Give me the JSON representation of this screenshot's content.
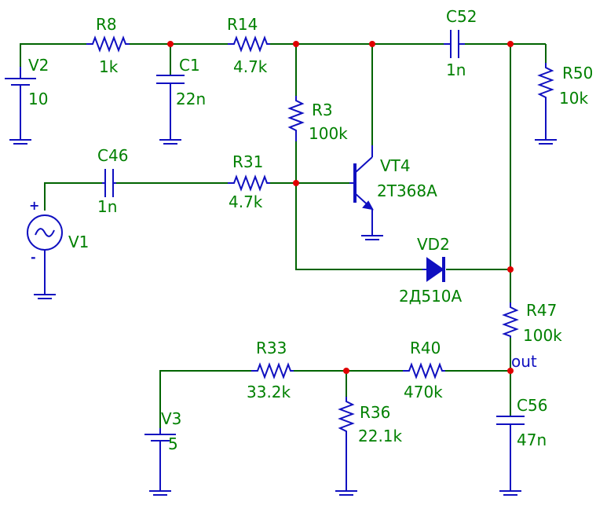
{
  "colors": {
    "wire": "#006400",
    "component": "#1010c0",
    "label": "#008000",
    "node": "#e00000"
  },
  "components": {
    "V2": {
      "name": "V2",
      "value": "10"
    },
    "R8": {
      "name": "R8",
      "value": "1k"
    },
    "C1": {
      "name": "C1",
      "value": "22n"
    },
    "R14": {
      "name": "R14",
      "value": "4.7k"
    },
    "C52": {
      "name": "C52",
      "value": "1n"
    },
    "R50": {
      "name": "R50",
      "value": "10k"
    },
    "R3": {
      "name": "R3",
      "value": "100k"
    },
    "C46": {
      "name": "C46",
      "value": "1n"
    },
    "R31": {
      "name": "R31",
      "value": "4.7k"
    },
    "VT4": {
      "name": "VT4",
      "value": "2T368A"
    },
    "V1": {
      "name": "V1"
    },
    "VD2": {
      "name": "VD2",
      "value": "2Д510А"
    },
    "R47": {
      "name": "R47",
      "value": "100k"
    },
    "R33": {
      "name": "R33",
      "value": "33.2k"
    },
    "R40": {
      "name": "R40",
      "value": "470k"
    },
    "R36": {
      "name": "R36",
      "value": "22.1k"
    },
    "C56": {
      "name": "C56",
      "value": "47n"
    },
    "V3": {
      "name": "V3",
      "value": "5"
    }
  },
  "nets": {
    "out": "out"
  },
  "symbols": {
    "plus": "+",
    "minus": "-"
  }
}
